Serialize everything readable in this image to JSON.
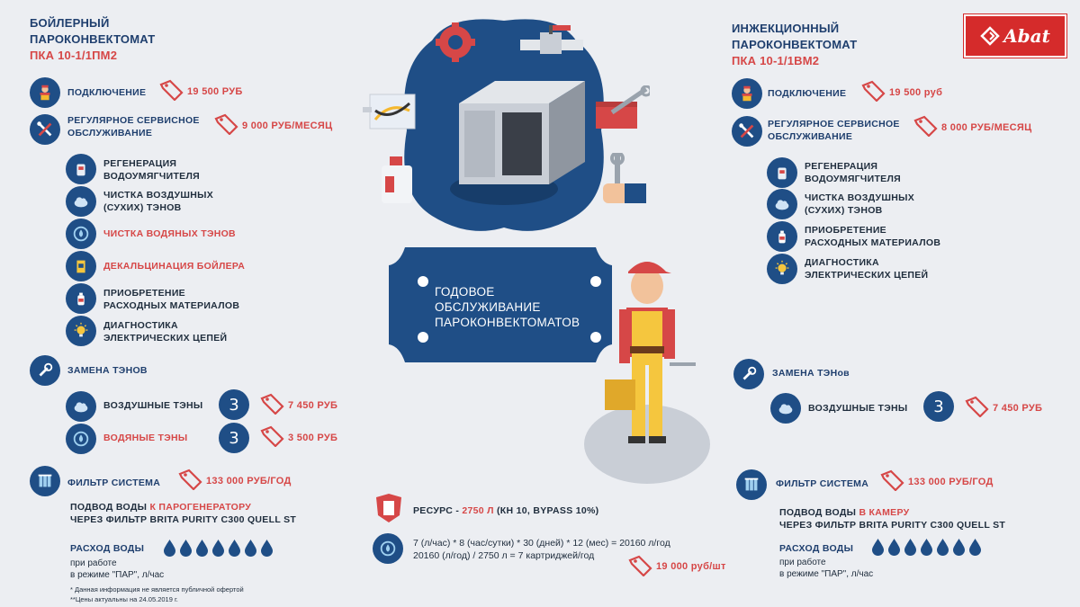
{
  "left": {
    "title1": "БОЙЛЕРНЫЙ",
    "title2": "ПАРОКОНВЕКТОМАТ",
    "model": "ПКА 10-1/1ПМ2",
    "connect_label": "ПОДКЛЮЧЕНИЕ",
    "connect_price": "19 500 РУБ",
    "service_label1": "РЕГУЛЯРНОЕ СЕРВИСНОЕ",
    "service_label2": "ОБСЛУЖИВАНИЕ",
    "service_price": "9 000 РУБ/МЕСЯЦ",
    "items": [
      {
        "l1": "РЕГЕНЕРАЦИЯ",
        "l2": "ВОДОУМЯГЧИТЕЛЯ"
      },
      {
        "l1": "ЧИСТКА ВОЗДУШНЫХ",
        "l2": "(СУХИХ) ТЭНОВ"
      },
      {
        "l1": "ЧИСТКА ВОДЯНЫХ ТЭНОВ",
        "l2": ""
      },
      {
        "l1": "ДЕКАЛЬЦИНАЦИЯ БОЙЛЕРА",
        "l2": ""
      },
      {
        "l1": "ПРИОБРЕТЕНИЕ",
        "l2": "РАСХОДНЫХ МАТЕРИАЛОВ"
      },
      {
        "l1": "ДИАГНОСТИКА",
        "l2": "ЭЛЕКТРИЧЕСКИХ ЦЕПЕЙ"
      }
    ],
    "replace_label": "ЗАМЕНА ТЭНОВ",
    "air_label": "ВОЗДУШНЫЕ ТЭНЫ",
    "air_count": "3",
    "air_price": "7 450 РУБ",
    "water_label": "ВОДЯНЫЕ ТЭНЫ",
    "water_count": "3",
    "water_price": "3 500 РУБ",
    "filter_label": "ФИЛЬТР СИСТЕМА",
    "filter_price": "133 000 РУБ/ГОД",
    "supply_a": "ПОДВОД ВОДЫ ",
    "supply_b": "К ПАРОГЕНЕРАТОРУ",
    "supply_c": "ЧЕРЕЗ ФИЛЬТР BRITA PURITY C300 QUELL ST",
    "consumption_label": "РАСХОД ВОДЫ",
    "consumption_1": "при работе",
    "consumption_2": "в режиме \"ПАР\", л/час",
    "drops_count": 7,
    "note1": "* Данная информация не является публичной офертой",
    "note2": "**Цены актуальны на  24.05.2019 г."
  },
  "right": {
    "title1": "ИНЖЕКЦИОННЫЙ",
    "title2": "ПАРОКОНВЕКТОМАТ",
    "model": "ПКА 10-1/1ВМ2",
    "connect_label": "ПОДКЛЮЧЕНИЕ",
    "connect_price": "19 500 руб",
    "service_label1": "РЕГУЛЯРНОЕ СЕРВИСНОЕ",
    "service_label2": "ОБСЛУЖИВАНИЕ",
    "service_price": "8 000 РУБ/МЕСЯЦ",
    "items": [
      {
        "l1": "РЕГЕНЕРАЦИЯ",
        "l2": "ВОДОУМЯГЧИТЕЛЯ"
      },
      {
        "l1": "ЧИСТКА ВОЗДУШНЫХ",
        "l2": "(СУХИХ) ТЭНОВ"
      },
      {
        "l1": "ПРИОБРЕТЕНИЕ",
        "l2": "РАСХОДНЫХ МАТЕРИАЛОВ"
      },
      {
        "l1": "ДИАГНОСТИКА",
        "l2": "ЭЛЕКТРИЧЕСКИХ ЦЕПЕЙ"
      }
    ],
    "replace_label": "ЗАМЕНА ТЭНов",
    "air_label": "ВОЗДУШНЫЕ ТЭНЫ",
    "air_count": "3",
    "air_price": "7 450 РУБ",
    "filter_label": "ФИЛЬТР СИСТЕМА",
    "filter_price": "133 000 РУБ/ГОД",
    "supply_a": "ПОДВОД ВОДЫ ",
    "supply_b": "В КАМЕРУ",
    "supply_c": "ЧЕРЕЗ ФИЛЬТР BRITA PURITY C300 QUELL ST",
    "consumption_label": "РАСХОД ВОДЫ",
    "consumption_1": "при работе",
    "consumption_2": "в режиме \"ПАР\", л/час",
    "drops_count": 7
  },
  "center": {
    "plate_1": "ГОДОВОЕ",
    "plate_2": "ОБСЛУЖИВАНИЕ",
    "plate_3": "ПАРОКОНВЕКТОМАТОВ",
    "resource_a": "РЕСУРС - ",
    "resource_b": "2750 Л",
    "resource_c": " (КН 10, BYPASS 10%)",
    "calc_1": "7 (л/час) * 8 (час/сутки) * 30 (дней) * 12 (мес) = 20160 л/год",
    "calc_2": "20160 (л/год) / 2750 л = 7 картриджей/год",
    "cartridge_price": "19 000 руб/шт"
  },
  "logo": {
    "text": "Abat"
  },
  "colors": {
    "navy": "#1f4e86",
    "red": "#d64747",
    "bg": "#eceef2",
    "dark": "#1f3f6e"
  }
}
